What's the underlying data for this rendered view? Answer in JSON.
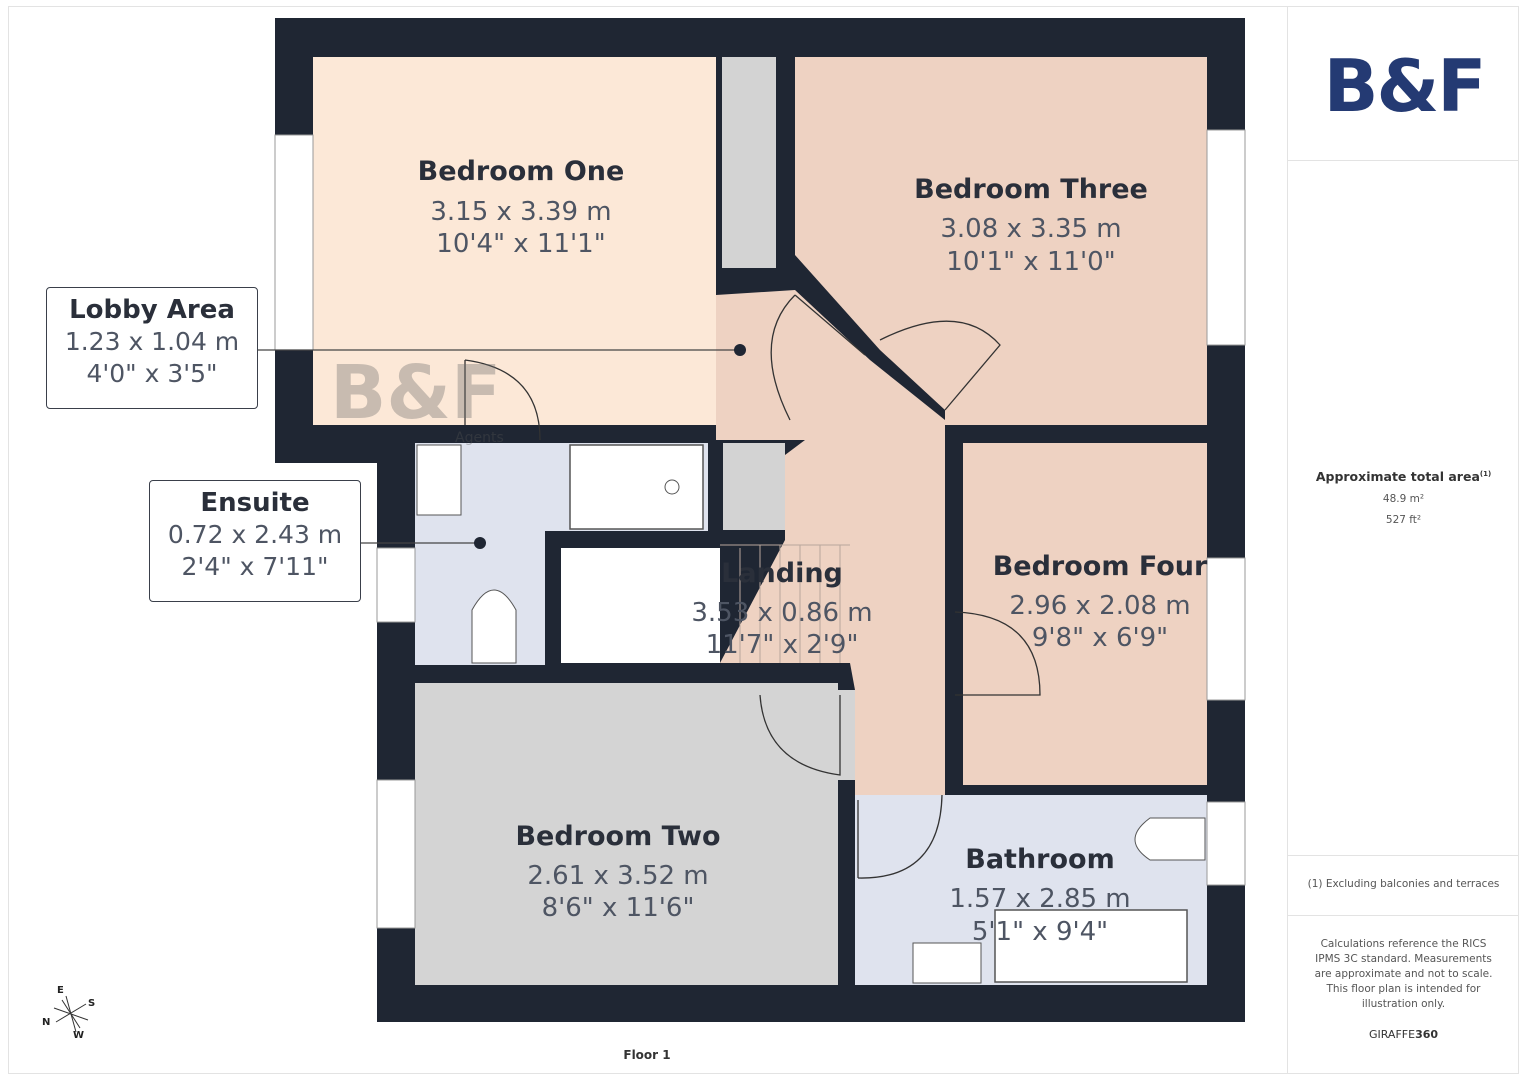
{
  "brand": {
    "logo_text": "B&F",
    "watermark_text": "B&F",
    "watermark_subtext": "Agents",
    "color": "#243a73"
  },
  "rooms": [
    {
      "name": "Bedroom One",
      "metric": "3.15 x 3.39 m",
      "imperial": "10'4\" x 11'1\""
    },
    {
      "name": "Bedroom Three",
      "metric": "3.08 x 3.35 m",
      "imperial": "10'1\" x 11'0\""
    },
    {
      "name": "Bedroom Four",
      "metric": "2.96 x 2.08 m",
      "imperial": "9'8\" x 6'9\""
    },
    {
      "name": "Landing",
      "metric": "3.53 x 0.86 m",
      "imperial": "11'7\" x 2'9\""
    },
    {
      "name": "Bedroom Two",
      "metric": "2.61 x 3.52 m",
      "imperial": "8'6\" x 11'6\""
    },
    {
      "name": "Bathroom",
      "metric": "1.57 x 2.85 m",
      "imperial": "5'1\" x 9'4\""
    }
  ],
  "callouts": {
    "lobby": {
      "name": "Lobby Area",
      "metric": "1.23 x 1.04 m",
      "imperial": "4'0\" x 3'5\""
    },
    "ensuite": {
      "name": "Ensuite",
      "metric": "0.72 x 2.43 m",
      "imperial": "2'4\" x 7'11\""
    }
  },
  "compass": {
    "e": "E",
    "s": "S",
    "n": "N",
    "w": "W"
  },
  "floor_label": "Floor 1",
  "panel": {
    "area_title": "Approximate total area",
    "area_sup": "(1)",
    "area_m2": "48.9 m²",
    "area_ft2": "527 ft²",
    "footnote": "(1) Excluding balconies and terraces",
    "disclaimer": "Calculations reference the RICS IPMS 3C standard. Measurements are approximate and not to scale. This floor plan is intended for illustration only.",
    "credit_a": "GIRAFFE",
    "credit_b": "360"
  },
  "colors": {
    "wall": "#1f2633",
    "peach_light": "#fce8d7",
    "peach": "#eed2c2",
    "blue_grey": "#dfe3ee",
    "grey": "#d3d3d3"
  }
}
